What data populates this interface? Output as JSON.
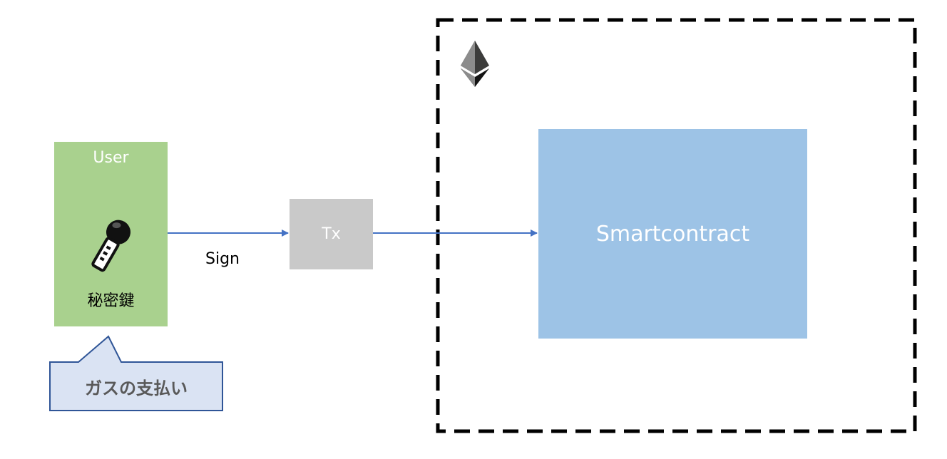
{
  "user": {
    "title": "User",
    "key_label": "秘密鍵",
    "key_icon": "key-icon"
  },
  "sign_label": "Sign",
  "tx_label": "Tx",
  "smartcontract_label": "Smartcontract",
  "callout_text": "ガスの支払い",
  "network_icon": "ethereum-icon",
  "colors": {
    "user_box": "#a9d18e",
    "tx_box": "#c9c9c9",
    "smartcontract_box": "#9dc3e6",
    "arrow": "#4472c4",
    "callout_fill": "#dae3f3",
    "callout_border": "#2f5597",
    "boundary": "#000000"
  }
}
